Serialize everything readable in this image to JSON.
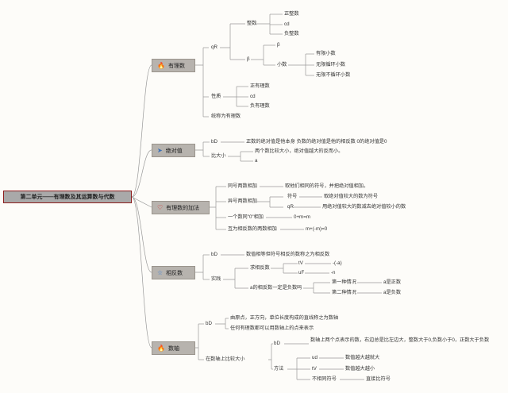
{
  "root_title": "第二单元——有理数及其运算数与代数",
  "icons": {
    "youlishu": "fire-icon",
    "jueduizhi": "paper-plane-icon",
    "jiafa": "heart-icon",
    "xiangfanshu": "star-icon",
    "shuzhou": "fire-icon"
  },
  "branch1": {
    "title": "有理数",
    "l2_classify": "qR",
    "zhengshu": "整数",
    "zheng_zhengshu": "正整数",
    "zero": "cd",
    "fu_zhengshu": "负整数",
    "fenshu": "β",
    "fenshu_b": "β",
    "xiaoshu": "小数",
    "youxian": "有限小数",
    "wuxian_xunhuan": "无限循环小数",
    "wuxian_buxunhuan": "无限不循环小数",
    "xingzhi": "性质",
    "zheng_youli": "正有理数",
    "cd": "cd",
    "fu_youli": "负有理数",
    "tongcheng": "统称为有理数"
  },
  "branch2": {
    "title": "绝对值",
    "bd": "bD",
    "bd_text": "正数的绝对值是他本身 负数的绝对值是他的相反数 0的绝对值是0",
    "bijiao": "比大小",
    "bijiao_1": "两个数比较大小，绝对值越大的反而小。",
    "bijiao_2": "a"
  },
  "branch3": {
    "title": "有理数的加法",
    "tonghao": "同号两数相加",
    "tonghao_t": "取他们相同的符号，并把绝对值相加。",
    "yihao": "异号两数相加",
    "fuhao": "符号",
    "fuhao_t": "取绝对值较大的数为符号",
    "qr": "qR",
    "qr_t": "用绝对值较大的数减去绝对值较小的数",
    "yige": "一个数同\"0\"相加",
    "yige_t": "0+m=m",
    "hu": "互为相反数的两数相加",
    "hu_t": "m+(-m)=0"
  },
  "branch4": {
    "title": "相反数",
    "bd": "bD",
    "bd_text": "数值相等但符号相反的数称之为相反数",
    "shijian": "实践",
    "qiu": "求相反数",
    "tv": "tV",
    "tv_t": "-(-a)",
    "uf": "uF",
    "uf_t": "-n",
    "fu": "a的相反数一定是负数吗",
    "di1": "第一种情况",
    "di1_t": "a是正数",
    "di2": "第二种情况",
    "di2_t": "a是负数"
  },
  "branch5": {
    "title": "数轴",
    "bd": "bD",
    "bd_1": "由原点，正方向，单位长度构成的直线称之为数轴",
    "bd_2": "任何有理数都可以用数轴上的点来表示",
    "bijiao": "在数轴上比较大小",
    "bd2": "bD",
    "bd2_t": "数轴上两个点表示的数，右边总是比左边大，整数大于0,负数小于0，正数大于负数",
    "fangfa": "方法",
    "ud": "ud",
    "ud_t": "数值越大越就大",
    "tv": "tV",
    "tv_t": "数值越大越小",
    "butong": "不相同符号",
    "butong_t": "直接比符号"
  }
}
